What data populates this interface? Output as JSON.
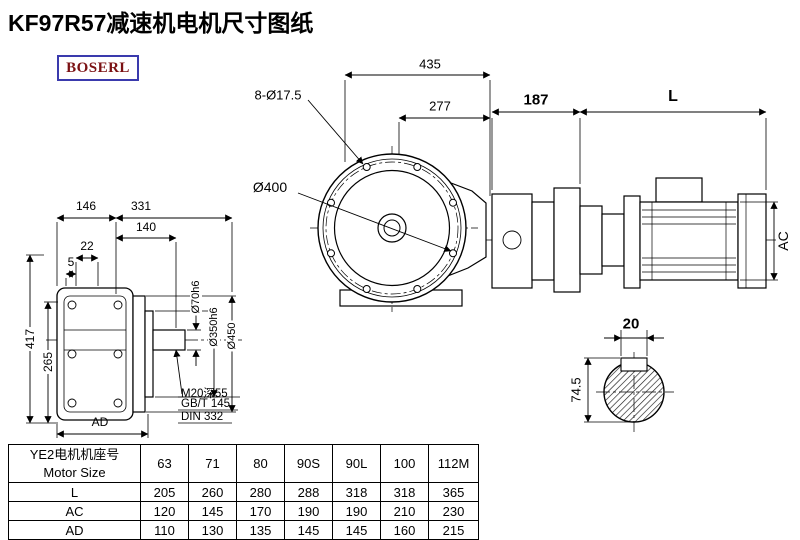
{
  "page": {
    "title": "KF97R57减速机电机尺寸图纸",
    "brand": "BOSERL"
  },
  "dims": {
    "top": {
      "total_width": "435",
      "inner_width": "277",
      "bolt_holes": "8-Ø17.5",
      "flange_dia": "Ø400"
    },
    "side": {
      "gearbox_length": "187",
      "motor_length": "L",
      "motor_diameter": "AC"
    },
    "front": {
      "w_housing": "146",
      "w_overall": "331",
      "w_flange": "140",
      "w_step": "22",
      "w_gap": "5",
      "h_total": "417",
      "h_axis": "265",
      "foot": "AD",
      "shaft_dia": "Ø70h6",
      "spigot_dia": "Ø350h6",
      "flange_dia": "Ø450",
      "tap_note": "M20深55",
      "std_note_1": "GB/T 145",
      "std_note_2": "DIN 332"
    },
    "section": {
      "key_width": "20",
      "bore_height": "74.5"
    }
  },
  "table": {
    "header_cn": "YE2电机机座号",
    "header_en": "Motor Size",
    "sizes": [
      "63",
      "71",
      "80",
      "90S",
      "90L",
      "100",
      "112M"
    ],
    "rows": [
      {
        "label": "L",
        "values": [
          "205",
          "260",
          "280",
          "288",
          "318",
          "318",
          "365"
        ]
      },
      {
        "label": "AC",
        "values": [
          "120",
          "145",
          "170",
          "190",
          "190",
          "210",
          "230"
        ]
      },
      {
        "label": "AD",
        "values": [
          "110",
          "130",
          "135",
          "145",
          "145",
          "160",
          "215"
        ]
      }
    ]
  }
}
